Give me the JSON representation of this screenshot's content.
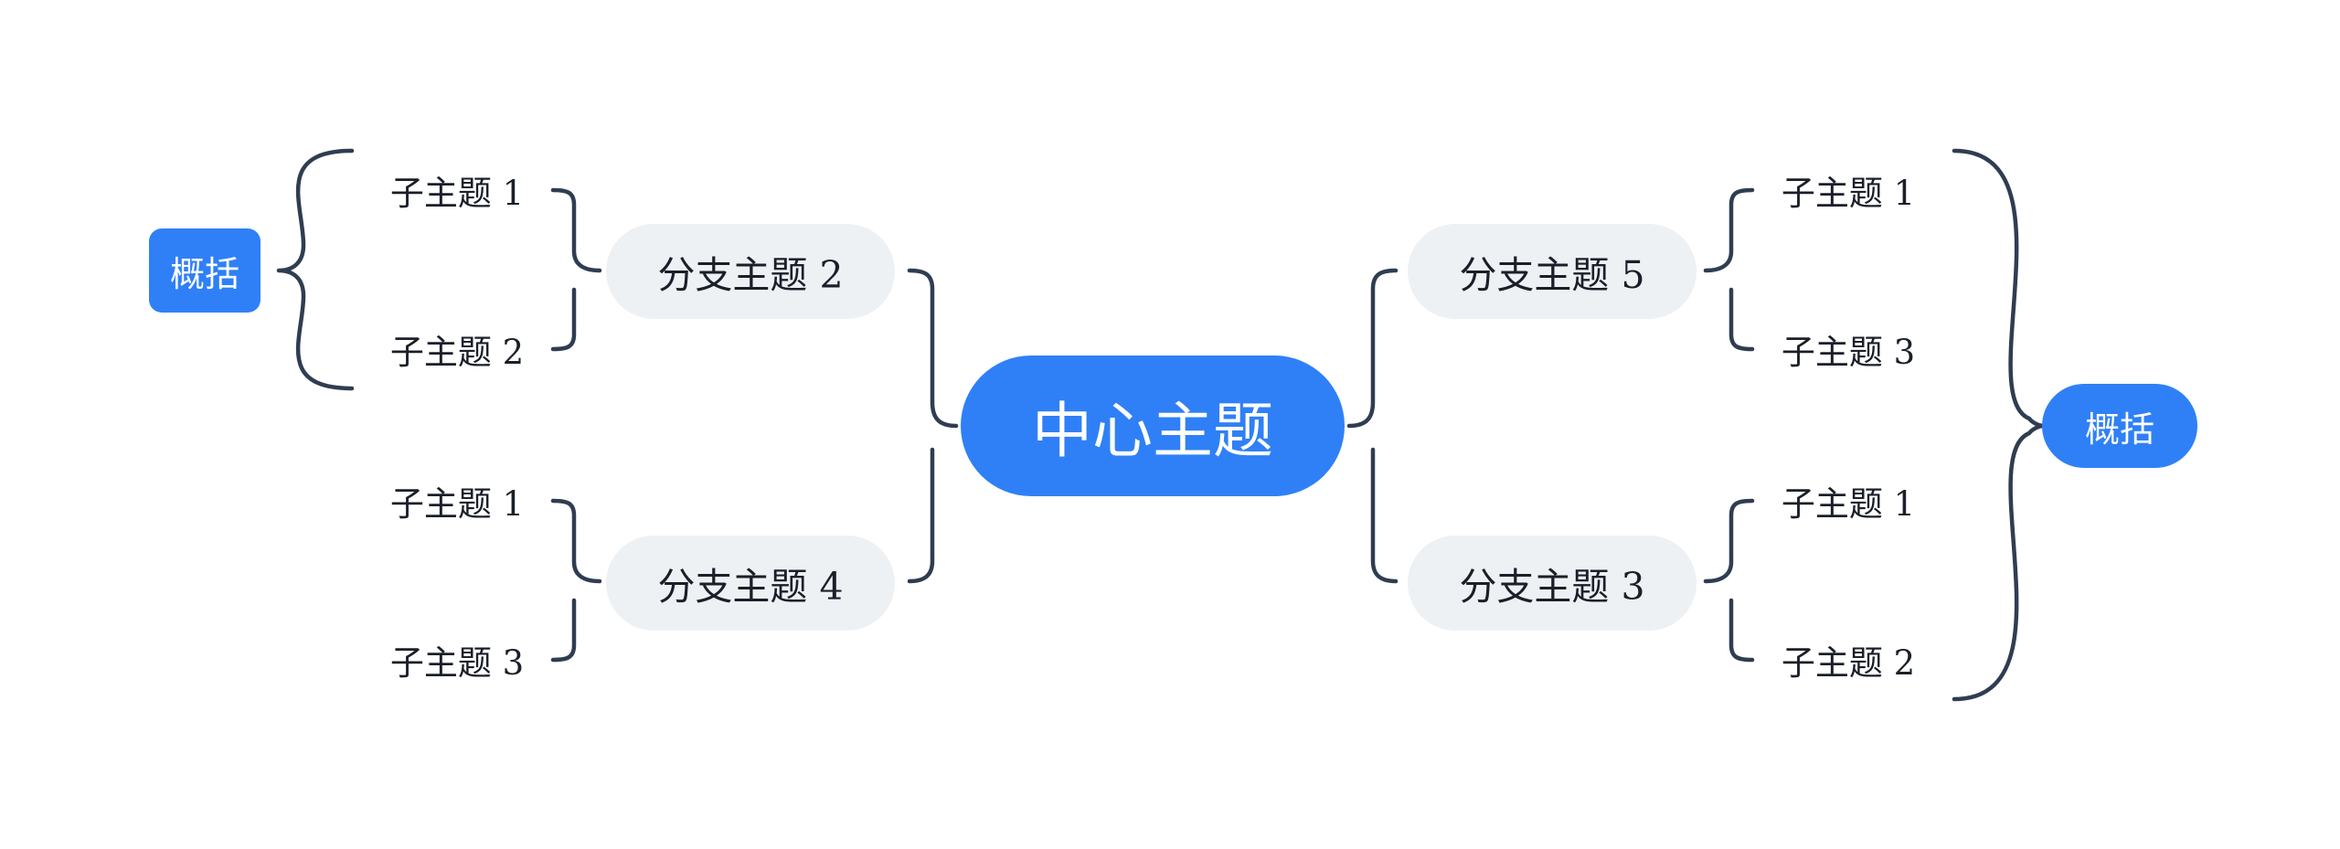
{
  "diagram": {
    "central_topic": "中心主题",
    "branches": [
      {
        "id": "b2",
        "label": "分支主题 2",
        "subtopics": [
          "子主题 1",
          "子主题 2"
        ]
      },
      {
        "id": "b4",
        "label": "分支主题 4",
        "subtopics": [
          "子主题 1",
          "子主题 3"
        ]
      },
      {
        "id": "b5",
        "label": "分支主题 5",
        "subtopics": [
          "子主题 1",
          "子主题 3"
        ]
      },
      {
        "id": "b3",
        "label": "分支主题 3",
        "subtopics": [
          "子主题 1",
          "子主题 2"
        ]
      }
    ],
    "summaries": {
      "left": "概括",
      "right": "概括"
    },
    "colors": {
      "accent": "#2f80f7",
      "branch_fill": "#eef1f4",
      "connector": "#2f3d52",
      "text": "#1a1f29",
      "background": "#ffffff"
    }
  }
}
